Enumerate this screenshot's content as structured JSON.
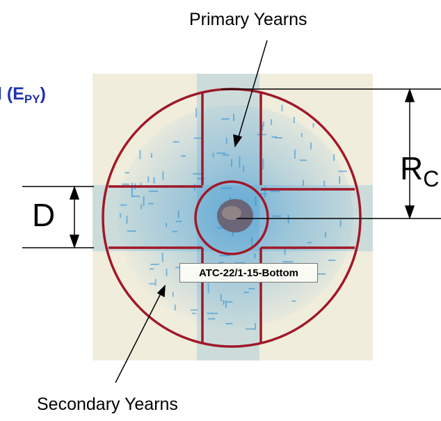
{
  "title_partial": {
    "main": "l (E",
    "sub": "PY",
    "close": ")"
  },
  "labels": {
    "primary_yarns": "Primary Yearns",
    "secondary_yarns": "Secondary Yearns",
    "rc_main": "R",
    "rc_sub": "C",
    "d": "D",
    "specimen_tag": "ATC-22/1-15-Bottom"
  },
  "colors": {
    "circle_outline": "#a01828",
    "yarn_blue": "#2a8fd4",
    "fabric_background": "#ece8d6",
    "title_blue": "#2233aa"
  }
}
